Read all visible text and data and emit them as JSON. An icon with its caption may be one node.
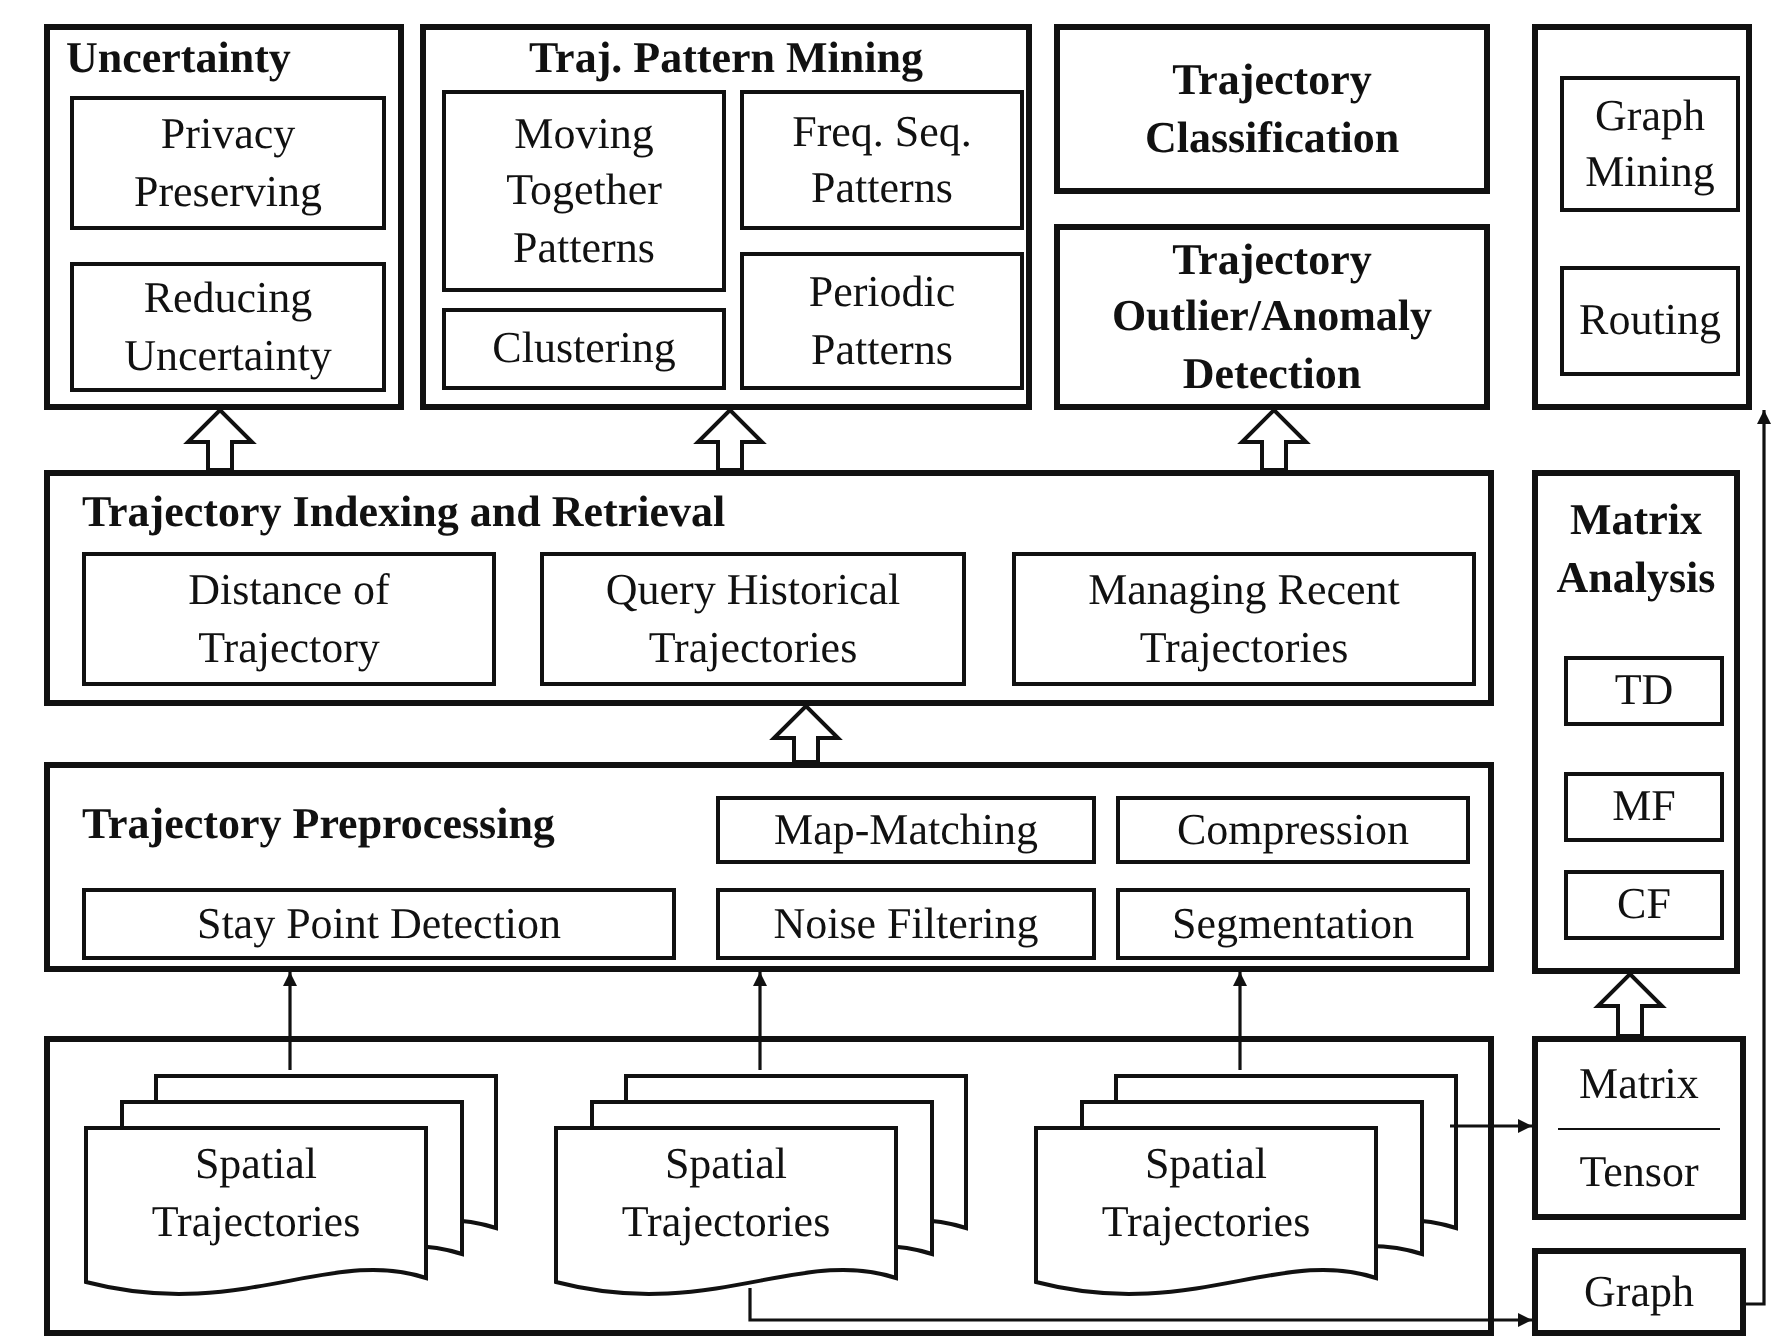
{
  "diagram": {
    "nodes": [
      {
        "text": [
          "Uncertainty"
        ]
      },
      {
        "text": [
          "Privacy Preserving"
        ],
        "in": 0
      },
      {
        "text": [
          "Reducing Uncertainty"
        ],
        "in": 0
      },
      {
        "text": [
          "Traj. Pattern Mining"
        ]
      },
      {
        "text": [
          "Moving Together Patterns"
        ],
        "in": 3
      },
      {
        "text": [
          "Freq. Seq. Patterns"
        ],
        "in": 3
      },
      {
        "text": [
          "Clustering"
        ],
        "in": 3
      },
      {
        "text": [
          "Periodic Patterns"
        ],
        "in": 3
      },
      {
        "text": [
          "Trajectory Classification"
        ]
      },
      {
        "text": [
          "Trajectory Outlier/Anomaly Detection"
        ]
      },
      {
        "text": [],
        "shape": "box"
      },
      {
        "text": [
          "Graph Mining"
        ],
        "in": 10
      },
      {
        "text": [
          "Routing"
        ],
        "in": 10
      },
      {
        "text": [
          "Trajectory Indexing and Retrieval"
        ]
      },
      {
        "text": [
          "Distance of Trajectory"
        ],
        "in": 13
      },
      {
        "text": [
          "Query Historical Trajectories"
        ],
        "in": 13
      },
      {
        "text": [
          "Managing Recent Trajectories"
        ],
        "in": 13
      },
      {
        "text": [
          "Matrix Analysis"
        ]
      },
      {
        "text": [
          "TD"
        ],
        "in": 17
      },
      {
        "text": [
          "MF"
        ],
        "in": 17
      },
      {
        "text": [
          "CF"
        ],
        "in": 17
      },
      {
        "text": [
          "Trajectory Preprocessing"
        ]
      },
      {
        "text": [
          "Map-Matching"
        ],
        "in": 21
      },
      {
        "text": [
          "Compression"
        ],
        "in": 21
      },
      {
        "text": [
          "Stay Point Detection"
        ],
        "in": 21
      },
      {
        "text": [
          "Noise Filtering"
        ],
        "in": 21
      },
      {
        "text": [
          "Segmentation"
        ],
        "in": 21
      },
      {
        "text": [],
        "shape": "box"
      },
      {
        "text": [
          "Spatial Trajectories"
        ],
        "in": 27
      },
      {
        "text": [
          "Spatial Trajectories"
        ],
        "in": 27
      },
      {
        "text": [
          "Spatial Trajectories"
        ],
        "in": 27
      },
      {
        "text": [
          "Matrix",
          "Tensor"
        ]
      },
      {
        "text": [
          "Graph"
        ]
      }
    ],
    "edges": [
      {
        "from": 13,
        "to": 0,
        "arrow": "to",
        "style": "thick"
      },
      {
        "from": 13,
        "to": 3,
        "arrow": "to",
        "style": "thick"
      },
      {
        "from": 13,
        "to": 9,
        "arrow": "to",
        "style": "thick"
      },
      {
        "from": 21,
        "to": 13,
        "arrow": "to",
        "style": "thick"
      },
      {
        "from": 31,
        "to": 17,
        "arrow": "to",
        "style": "thick"
      },
      {
        "from": 28,
        "to": 21,
        "arrow": "to"
      },
      {
        "from": 29,
        "to": 21,
        "arrow": "to"
      },
      {
        "from": 30,
        "to": 21,
        "arrow": "to"
      },
      {
        "from": 30,
        "to": 31,
        "arrow": "to"
      },
      {
        "from": 29,
        "to": 32,
        "arrow": "to"
      },
      {
        "from": 32,
        "to": 10,
        "arrow": "to"
      }
    ]
  }
}
